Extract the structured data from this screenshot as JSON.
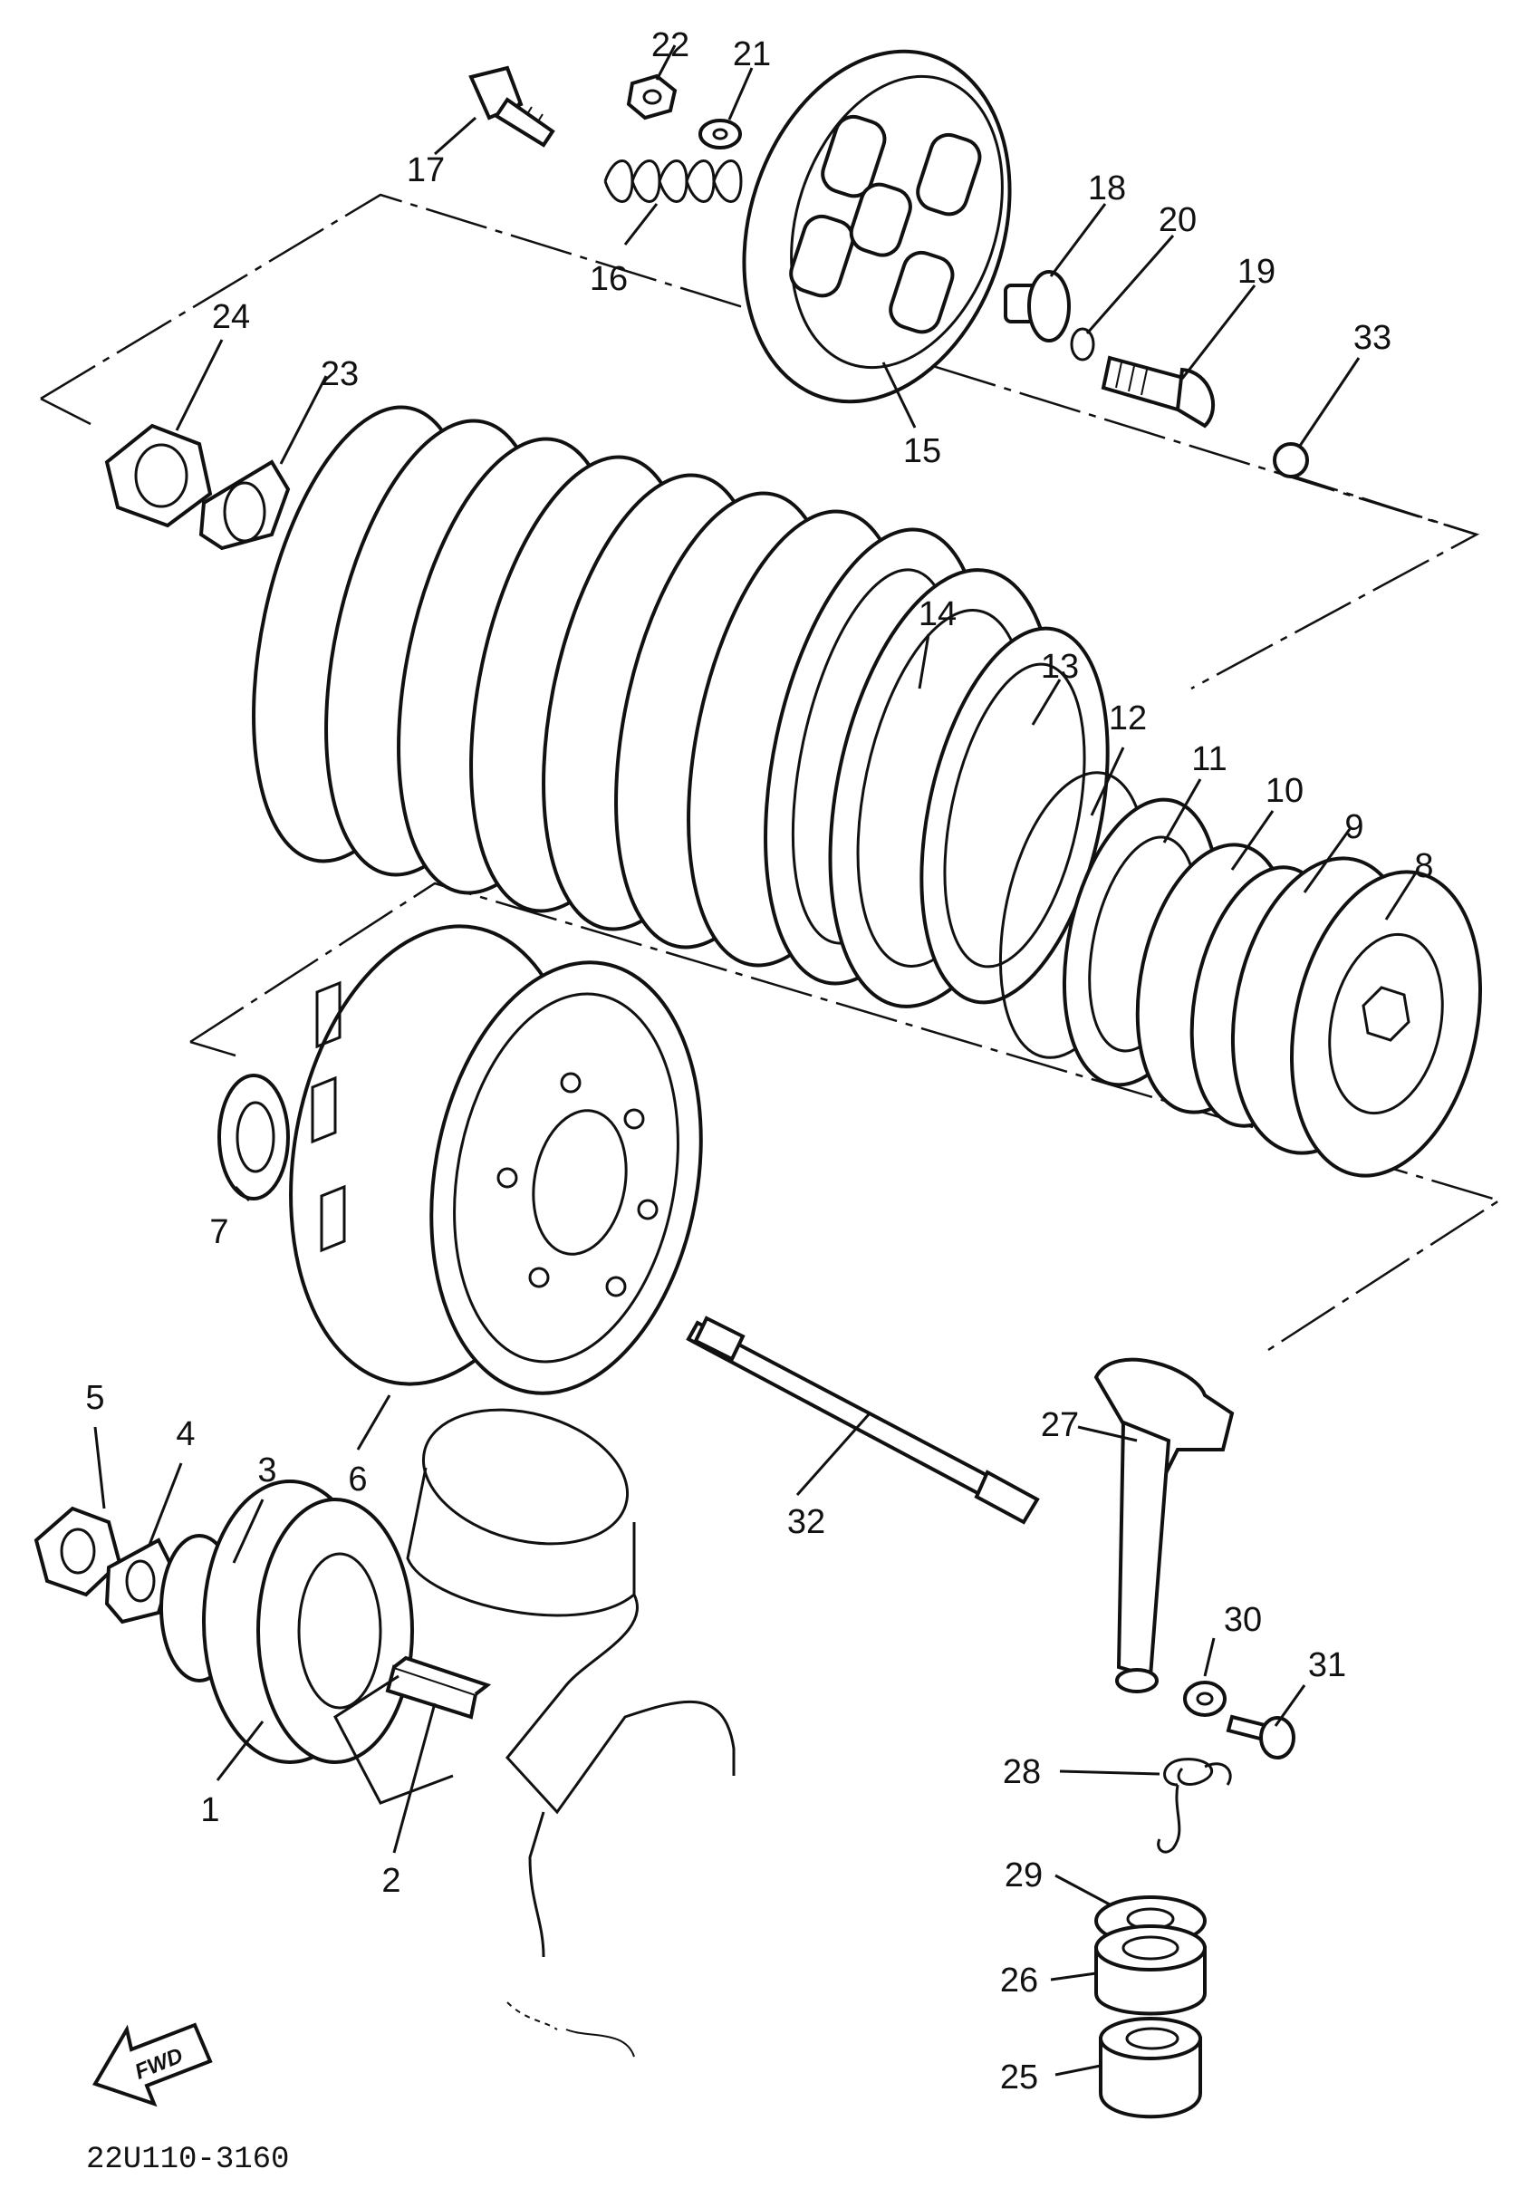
{
  "diagram": {
    "code": "22U110-3160",
    "fwd_label": "FWD",
    "callouts": [
      {
        "id": "c1",
        "text": "1"
      },
      {
        "id": "c2",
        "text": "2"
      },
      {
        "id": "c3",
        "text": "3"
      },
      {
        "id": "c4",
        "text": "4"
      },
      {
        "id": "c5",
        "text": "5"
      },
      {
        "id": "c6",
        "text": "6"
      },
      {
        "id": "c7",
        "text": "7"
      },
      {
        "id": "c8",
        "text": "8"
      },
      {
        "id": "c9",
        "text": "9"
      },
      {
        "id": "c10",
        "text": "10"
      },
      {
        "id": "c11",
        "text": "11"
      },
      {
        "id": "c12",
        "text": "12"
      },
      {
        "id": "c13",
        "text": "13"
      },
      {
        "id": "c14",
        "text": "14"
      },
      {
        "id": "c15",
        "text": "15"
      },
      {
        "id": "c16",
        "text": "16"
      },
      {
        "id": "c17",
        "text": "17"
      },
      {
        "id": "c18",
        "text": "18"
      },
      {
        "id": "c19",
        "text": "19"
      },
      {
        "id": "c20",
        "text": "20"
      },
      {
        "id": "c21",
        "text": "21"
      },
      {
        "id": "c22",
        "text": "22"
      },
      {
        "id": "c23",
        "text": "23"
      },
      {
        "id": "c24",
        "text": "24"
      },
      {
        "id": "c25",
        "text": "25"
      },
      {
        "id": "c26",
        "text": "26"
      },
      {
        "id": "c27",
        "text": "27"
      },
      {
        "id": "c28",
        "text": "28"
      },
      {
        "id": "c29",
        "text": "29"
      },
      {
        "id": "c30",
        "text": "30"
      },
      {
        "id": "c31",
        "text": "31"
      },
      {
        "id": "c32",
        "text": "32"
      },
      {
        "id": "c33",
        "text": "33"
      }
    ]
  }
}
